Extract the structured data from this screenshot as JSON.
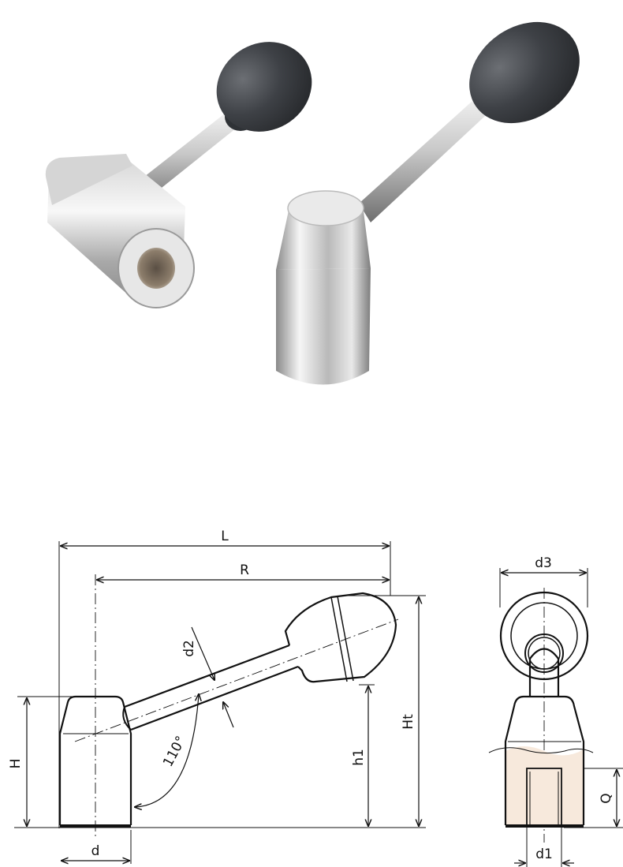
{
  "dimension_labels": {
    "L": "L",
    "R": "R",
    "d2": "d2",
    "angle": "110°",
    "H": "H",
    "h1": "h1",
    "Ht": "Ht",
    "d": "d",
    "d3": "d3",
    "Q": "Q",
    "d1": "d1"
  },
  "colors": {
    "steel_light": "#eeeeee",
    "steel_mid": "#bfbfbf",
    "steel_dark": "#7a7a7a",
    "knob": "#3e4146",
    "insert_fill": "#f7e9dc"
  }
}
